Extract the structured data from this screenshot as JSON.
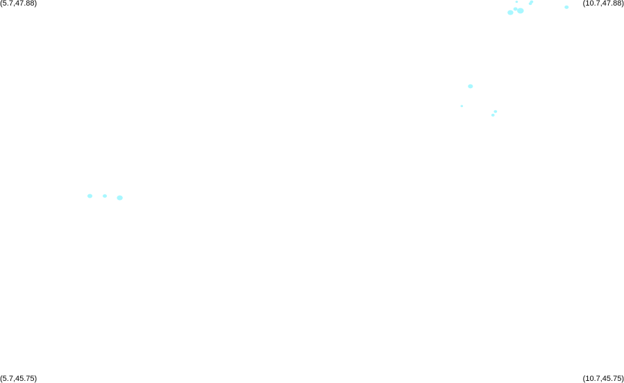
{
  "map": {
    "background": "#ffffff",
    "feature_color": "#a8f7ff",
    "corner_labels": {
      "top_left": "(5.7,47.88)",
      "top_right": "(10.7,47.88)",
      "bottom_left": "(5.7,45.75)",
      "bottom_right": "(10.7,45.75)"
    },
    "bounds": {
      "lon_min": 5.7,
      "lon_max": 10.7,
      "lat_min": 45.75,
      "lat_max": 47.88
    },
    "features": [
      {
        "lon": 6.42,
        "lat": 46.79,
        "size": 3
      },
      {
        "lon": 6.54,
        "lat": 46.79,
        "size": 2.5
      },
      {
        "lon": 6.66,
        "lat": 46.78,
        "size": 3.5
      },
      {
        "lon": 9.47,
        "lat": 47.4,
        "size": 3
      },
      {
        "lon": 9.4,
        "lat": 47.29,
        "size": 1.5
      },
      {
        "lon": 9.67,
        "lat": 47.26,
        "size": 2
      },
      {
        "lon": 9.65,
        "lat": 47.24,
        "size": 2
      },
      {
        "lon": 9.79,
        "lat": 47.81,
        "size": 3.5
      },
      {
        "lon": 9.87,
        "lat": 47.82,
        "size": 4
      },
      {
        "lon": 9.83,
        "lat": 47.83,
        "size": 2.5
      },
      {
        "lon": 9.95,
        "lat": 47.86,
        "size": 2
      },
      {
        "lon": 9.96,
        "lat": 47.87,
        "size": 2
      },
      {
        "lon": 9.84,
        "lat": 47.87,
        "size": 1.5
      },
      {
        "lon": 10.24,
        "lat": 47.84,
        "size": 2.5
      }
    ]
  }
}
